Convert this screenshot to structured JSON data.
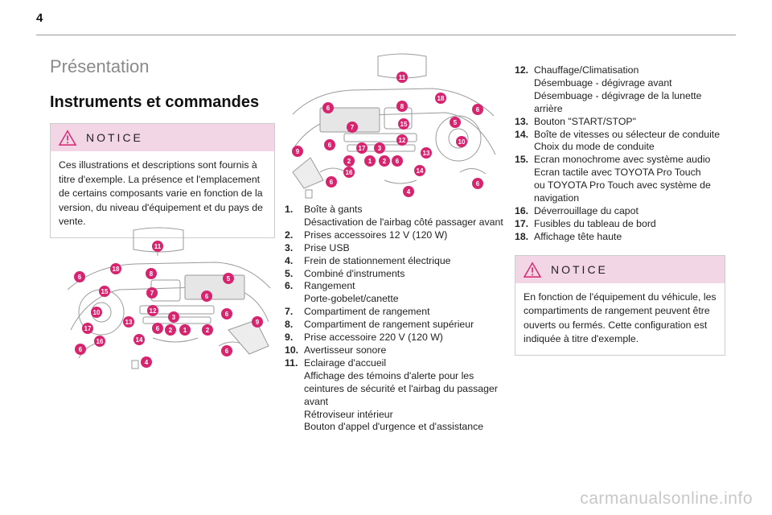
{
  "page": {
    "number": "4"
  },
  "titles": {
    "section": "Présentation",
    "subsection": "Instruments et commandes"
  },
  "notice_left": {
    "title": "NOTICE",
    "text": "Ces illustrations et descriptions sont fournis à titre d'exemple. La présence et l'emplacement de certains composants varie en fonction de la version, du niveau d'équipement et du pays de vente."
  },
  "legend": [
    {
      "num": "1.",
      "lines": [
        "Boîte à gants",
        "Désactivation de l'airbag côté passager avant"
      ]
    },
    {
      "num": "2.",
      "lines": [
        "Prises accessoires 12 V (120 W)"
      ]
    },
    {
      "num": "3.",
      "lines": [
        "Prise USB"
      ]
    },
    {
      "num": "4.",
      "lines": [
        "Frein de stationnement électrique"
      ]
    },
    {
      "num": "5.",
      "lines": [
        "Combiné d'instruments"
      ]
    },
    {
      "num": "6.",
      "lines": [
        "Rangement",
        "Porte-gobelet/canette"
      ]
    },
    {
      "num": "7.",
      "lines": [
        "Compartiment de rangement"
      ]
    },
    {
      "num": "8.",
      "lines": [
        "Compartiment de rangement supérieur"
      ]
    },
    {
      "num": "9.",
      "lines": [
        "Prise accessoire 220 V (120 W)"
      ]
    },
    {
      "num": "10.",
      "lines": [
        "Avertisseur sonore"
      ]
    },
    {
      "num": "11.",
      "lines": [
        "Eclairage d'accueil",
        "Affichage des témoins d'alerte pour les ceintures de sécurité et l'airbag du passager avant",
        "Rétroviseur intérieur",
        "Bouton d'appel d'urgence et d'assistance"
      ]
    },
    {
      "num": "12.",
      "lines": [
        "Chauffage/Climatisation",
        "Désembuage - dégivrage avant",
        "Désembuage - dégivrage de la lunette arrière"
      ]
    },
    {
      "num": "13.",
      "lines": [
        "Bouton \"START/STOP\""
      ]
    },
    {
      "num": "14.",
      "lines": [
        "Boîte de vitesses ou sélecteur de conduite",
        "Choix du mode de conduite"
      ]
    },
    {
      "num": "15.",
      "lines": [
        "Ecran monochrome avec système audio",
        "Ecran tactile avec TOYOTA Pro Touch",
        "ou TOYOTA Pro Touch avec système de navigation"
      ]
    },
    {
      "num": "16.",
      "lines": [
        "Déverrouillage du capot"
      ]
    },
    {
      "num": "17.",
      "lines": [
        "Fusibles du tableau de bord"
      ]
    },
    {
      "num": "18.",
      "lines": [
        "Affichage tête haute"
      ]
    }
  ],
  "notice_right": {
    "title": "NOTICE",
    "text": "En fonction de l'équipement du véhicule, les compartiments de rangement peuvent être ouverts ou fermés. Cette configuration est indiquée à titre d'exemple."
  },
  "diagram_left": {
    "markers": [
      "11",
      "18",
      "8",
      "6",
      "5",
      "15",
      "7",
      "6",
      "10",
      "12",
      "3",
      "6",
      "9",
      "17",
      "13",
      "6",
      "2",
      "1",
      "2",
      "16",
      "14",
      "6",
      "6",
      "4"
    ]
  },
  "diagram_right": {
    "markers": [
      "11",
      "18",
      "8",
      "6",
      "6",
      "7",
      "15",
      "5",
      "9",
      "6",
      "17",
      "3",
      "12",
      "13",
      "10",
      "2",
      "1",
      "2",
      "6",
      "14",
      "16",
      "6",
      "6",
      "4"
    ]
  },
  "colors": {
    "marker": "#d6246e",
    "notice_bg": "#f3d6e6",
    "warning": "#d6246e",
    "line_art": "#9a9a9a"
  },
  "watermark": "carmanualsonline.info"
}
